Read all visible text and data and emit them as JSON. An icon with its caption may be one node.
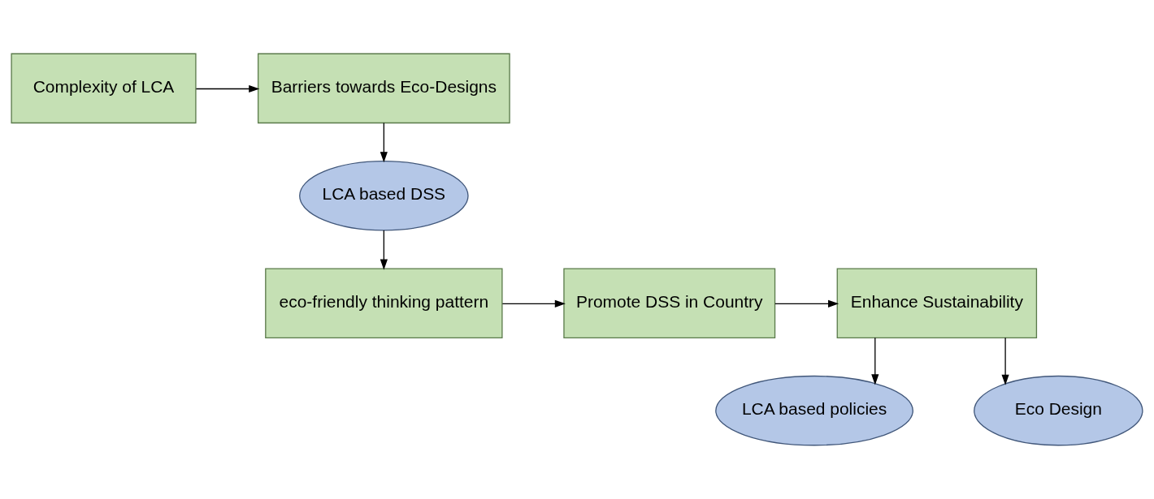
{
  "diagram": {
    "nodes": [
      {
        "text": [
          "Complexity of LCA"
        ]
      },
      {
        "text": [
          "Barriers towards Eco-Designs"
        ]
      },
      {
        "text": [
          "LCA based DSS"
        ]
      },
      {
        "text": [
          "eco-friendly thinking pattern"
        ]
      },
      {
        "text": [
          "Promote DSS in Country"
        ]
      },
      {
        "text": [
          "Enhance Sustainability"
        ]
      },
      {
        "text": [
          "LCA based policies"
        ]
      },
      {
        "text": [
          "Eco Design"
        ]
      }
    ],
    "edges": [
      {
        "from": 0,
        "to": 1,
        "arrow": "to"
      },
      {
        "from": 1,
        "to": 2,
        "arrow": "to"
      },
      {
        "from": 2,
        "to": 3,
        "arrow": "to"
      },
      {
        "from": 3,
        "to": 4,
        "arrow": "to"
      },
      {
        "from": 4,
        "to": 5,
        "arrow": "to"
      },
      {
        "from": 5,
        "to": 6,
        "arrow": "to"
      },
      {
        "from": 5,
        "to": 7,
        "arrow": "to"
      }
    ]
  }
}
